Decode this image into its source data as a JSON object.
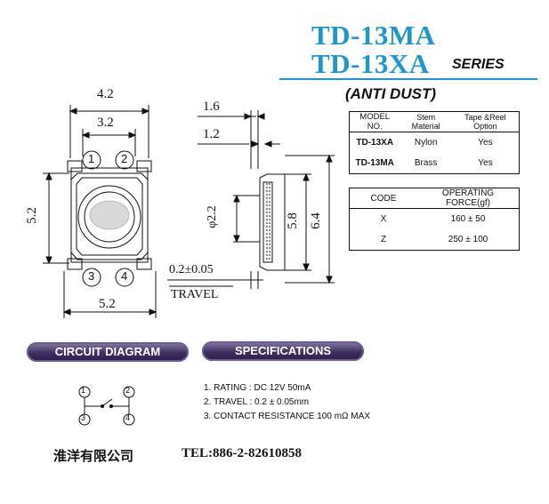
{
  "header": {
    "title_line1": "TD-13MA",
    "title_line2": "TD-13XA",
    "series": "SERIES",
    "subtitle": "(ANTI DUST)"
  },
  "drawing": {
    "top_width": "4.2",
    "inner_width": "3.2",
    "height_left": "5.2",
    "bottom_width": "5.2",
    "pins": [
      "1",
      "2",
      "3",
      "4"
    ],
    "side_top1": "1.6",
    "side_top2": "1.2",
    "side_dia": "φ2.2",
    "side_h1": "5.8",
    "side_h2": "6.4",
    "travel_value": "0.2±0.05",
    "travel_label": "TRAVEL"
  },
  "model_table": {
    "headers": [
      "MODEL NO.",
      "Stem Material",
      "Tape &Reel Option"
    ],
    "rows": [
      [
        "TD-13XA",
        "Nylon",
        "Yes"
      ],
      [
        "TD-13MA",
        "Brass",
        "Yes"
      ]
    ]
  },
  "force_table": {
    "headers": [
      "CODE",
      "OPERATING FORCE(gf)"
    ],
    "rows": [
      [
        "X",
        "160 ± 50"
      ],
      [
        "Z",
        "250 ± 100"
      ]
    ]
  },
  "sections": {
    "circuit": "CIRCUIT DIAGRAM",
    "specifications": "SPECIFICATIONS"
  },
  "specs": [
    "1. RATING : DC 12V 50mA",
    "2. TRAVEL : 0.2 ± 0.05mm",
    "3. CONTACT RESISTANCE 100 mΩ MAX"
  ],
  "footer": {
    "company": "淮洋有限公司",
    "tel": "TEL:886-2-82610858"
  },
  "colors": {
    "title_blue": "#2196c9",
    "pill_purple": "#3d2f60"
  }
}
